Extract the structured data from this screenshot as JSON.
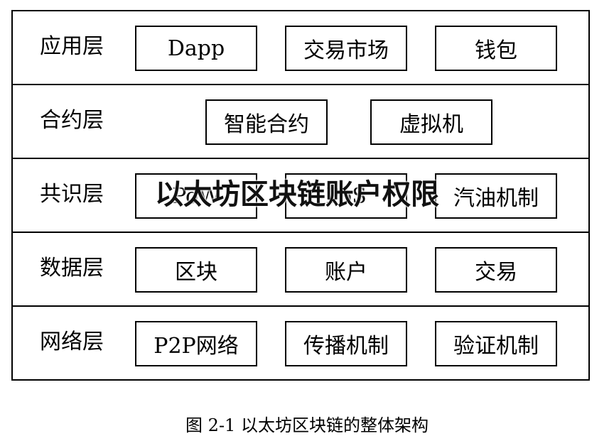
{
  "layers": [
    {
      "label": "应用层",
      "boxes": [
        "Dapp",
        "交易市场",
        "钱包"
      ]
    },
    {
      "label": "合约层",
      "boxes": [
        "智能合约",
        "虚拟机"
      ]
    },
    {
      "label": "共识层",
      "boxes": [
        "PoW",
        "PoS",
        "汽油机制"
      ]
    },
    {
      "label": "数据层",
      "boxes": [
        "区块",
        "账户",
        "交易"
      ]
    },
    {
      "label": "网络层",
      "boxes": [
        "P2P网络",
        "传播机制",
        "验证机制"
      ]
    }
  ],
  "watermark": "以太坊区块链账户权限",
  "caption": "图 2-1 以太坊区块链的整体架构"
}
